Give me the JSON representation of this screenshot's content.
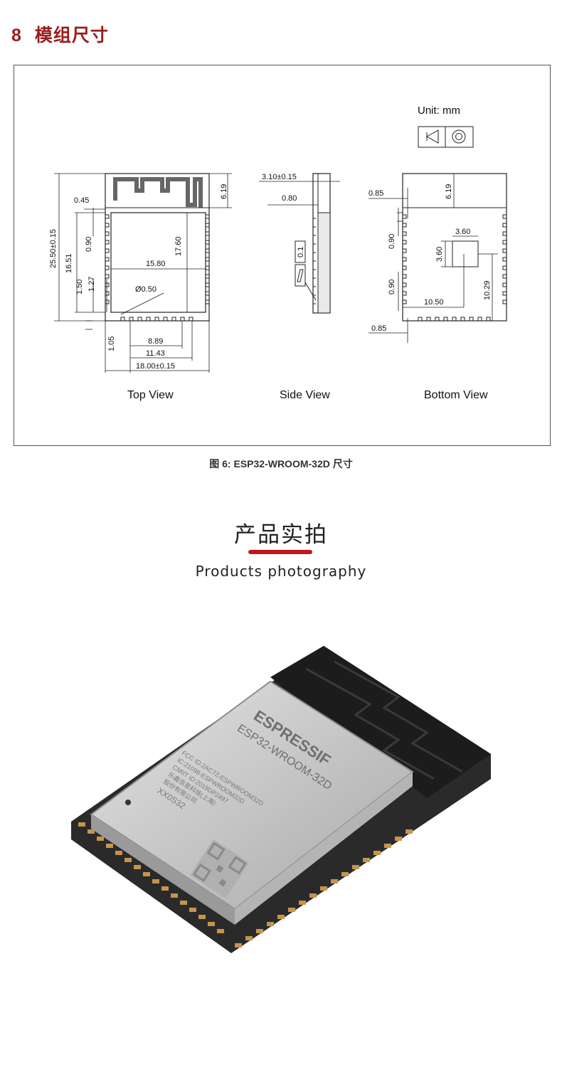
{
  "heading": {
    "number": "8",
    "title": "模组尺寸"
  },
  "drawing": {
    "unit_label": "Unit: mm",
    "views": {
      "top": "Top View",
      "side": "Side View",
      "bottom": "Bottom View"
    },
    "dims_top": {
      "d_0_45": "0.45",
      "d_6_19": "6.19",
      "d_25_50": "25.50±0.15",
      "d_16_51": "16.51",
      "d_0_90": "0.90",
      "d_17_60": "17.60",
      "d_15_80": "15.80",
      "d_1_50": "1.50",
      "d_1_27": "1.27",
      "d_phi": "Ø0.50",
      "d_1_05": "1.05",
      "d_8_89": "8.89",
      "d_11_43": "11.43",
      "d_18_00": "18.00±0.15"
    },
    "dims_side": {
      "d_3_10": "3.10±0.15",
      "d_0_80": "0.80",
      "d_0_1": "0.1"
    },
    "dims_bottom": {
      "d_0_85a": "0.85",
      "d_6_19": "6.19",
      "d_3_60a": "3.60",
      "d_3_60b": "3.60",
      "d_0_90a": "0.90",
      "d_0_90b": "0.90",
      "d_10_29": "10.29",
      "d_10_50": "10.50",
      "d_0_85b": "0.85"
    }
  },
  "figure_caption": "图 6: ESP32-WROOM-32D 尺寸",
  "photo_section": {
    "title": "产品实拍",
    "subtitle": "Products photography"
  },
  "photo": {
    "shield_brand": "ESPRESSIF",
    "shield_model": "ESP32-WROOM-32D",
    "shield_lines": [
      "FCC ID:2AC7Z-ESPWROOM32D",
      "IC:21098-ESPWROOM32D",
      "CMIIT ID:2019DP2497",
      "乐鑫信息科技(上海)",
      "股份有限公司"
    ],
    "shield_code": "XX0S32",
    "colors": {
      "shield": "#c9c9c9",
      "antenna": "#1c1c1c",
      "pad": "#c8944a"
    }
  }
}
